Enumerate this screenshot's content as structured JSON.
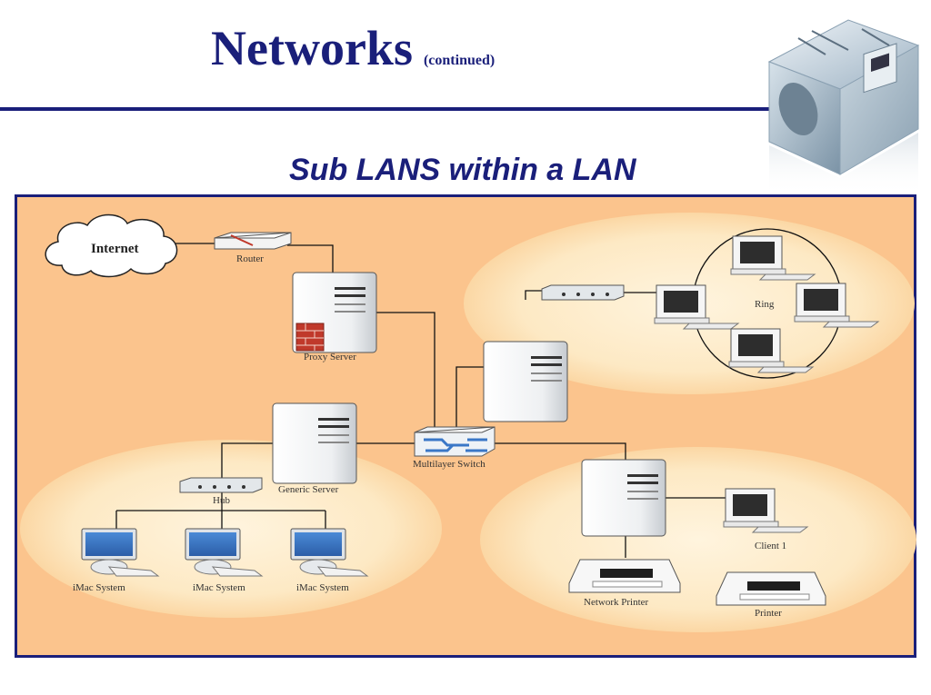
{
  "slide": {
    "title": "Networks",
    "title_suffix": "(continued)",
    "heading": "Sub LANS within a LAN"
  },
  "diagram": {
    "labels": {
      "internet": "Internet",
      "router": "Router",
      "proxy_server": "Proxy Server",
      "ring": "Ring",
      "generic_server": "Generic Server",
      "hub": "Hub",
      "multilayer_switch": "Multilayer Switch",
      "imac_1": "iMac System",
      "imac_2": "iMac System",
      "imac_3": "iMac System",
      "network_printer": "Network Printer",
      "client_1": "Client 1",
      "printer": "Printer"
    },
    "colors": {
      "background": "#fbc48d",
      "border": "#1a1f7a",
      "lan_area": "#fde9c4",
      "imac_screen": "#3a77c7"
    }
  }
}
